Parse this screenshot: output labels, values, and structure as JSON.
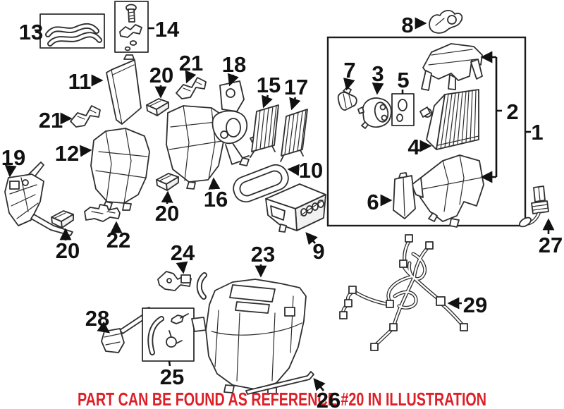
{
  "diagram_title": "HVAC exploded parts illustration",
  "callouts": {
    "c1": "1",
    "c2": "2",
    "c3": "3",
    "c4": "4",
    "c5": "5",
    "c6": "6",
    "c7": "7",
    "c8": "8",
    "c9": "9",
    "c10": "10",
    "c11": "11",
    "c12": "12",
    "c13": "13",
    "c14": "14",
    "c15": "15",
    "c16": "16",
    "c17": "17",
    "c18": "18",
    "c19": "19",
    "c20": "20",
    "c21": "21",
    "c22": "22",
    "c23": "23",
    "c24": "24",
    "c25": "25",
    "c26": "26",
    "c27": "27",
    "c28": "28",
    "c29": "29"
  },
  "caption": {
    "text": "PART CAN BE FOUND AS REFERENCE #20 IN ILLUSTRATION",
    "color": "#dd1f27"
  },
  "colors": {
    "line": "#2e2e2e",
    "label": "#111111",
    "background": "#ffffff"
  }
}
